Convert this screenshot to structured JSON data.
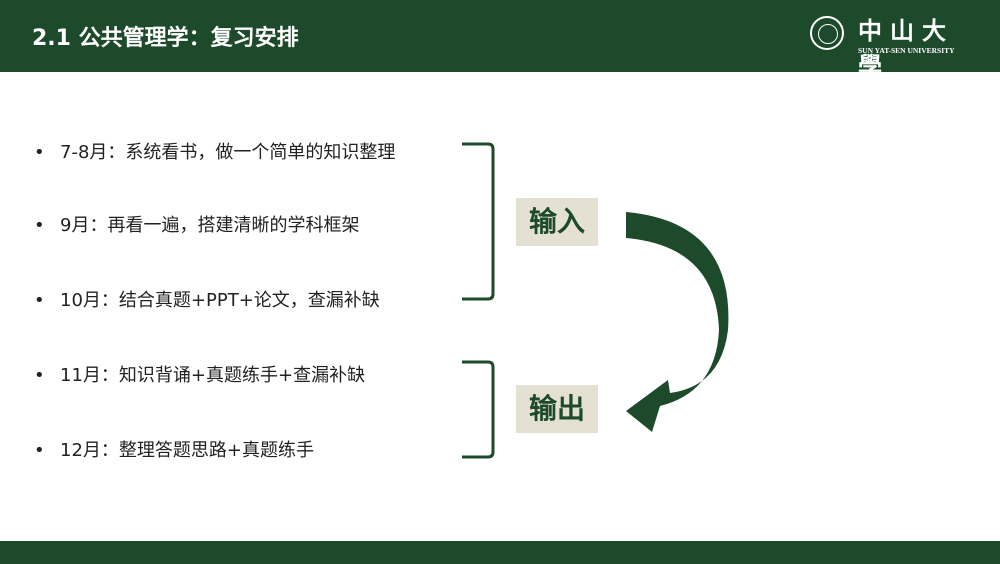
{
  "header": {
    "title": "2.1 公共管理学：复习安排",
    "logo_cn": "中山大學",
    "logo_en": "SUN YAT-SEN UNIVERSITY"
  },
  "items": [
    {
      "bullet": "•",
      "text": "7-8月：系统看书，做一个简单的知识整理"
    },
    {
      "bullet": "•",
      "text": "9月：再看一遍，搭建清晰的学科框架"
    },
    {
      "bullet": "•",
      "text": "10月：结合真题+PPT+论文，查漏补缺"
    },
    {
      "bullet": "•",
      "text": "11月：知识背诵+真题练手+查漏补缺"
    },
    {
      "bullet": "•",
      "text": "12月：整理答题思路+真题练手"
    }
  ],
  "tags": {
    "input": "输入",
    "output": "输出"
  },
  "colors": {
    "primary": "#1c4a2b",
    "tag_bg": "#e4e1d3"
  }
}
